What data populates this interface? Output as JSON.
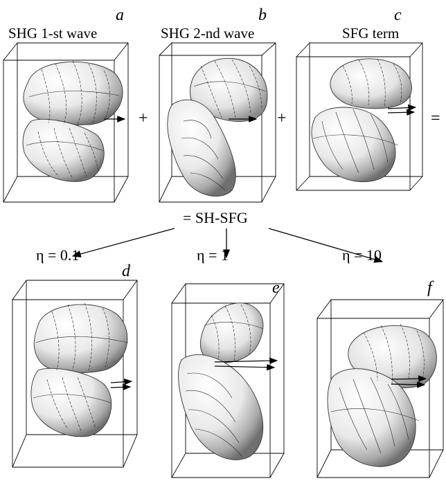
{
  "top": {
    "panels": [
      {
        "letter": "a",
        "title": "SHG 1-st wave"
      },
      {
        "letter": "b",
        "title": "SHG 2-nd wave"
      },
      {
        "letter": "c",
        "title": "SFG term"
      }
    ],
    "operators": [
      "+",
      "+",
      "="
    ]
  },
  "result_label": "= SH-SFG",
  "bottom": {
    "panels": [
      {
        "letter": "d",
        "eta": "η = 0.1"
      },
      {
        "letter": "e",
        "eta": "η = 1"
      },
      {
        "letter": "f",
        "eta": "η = 10"
      }
    ]
  }
}
